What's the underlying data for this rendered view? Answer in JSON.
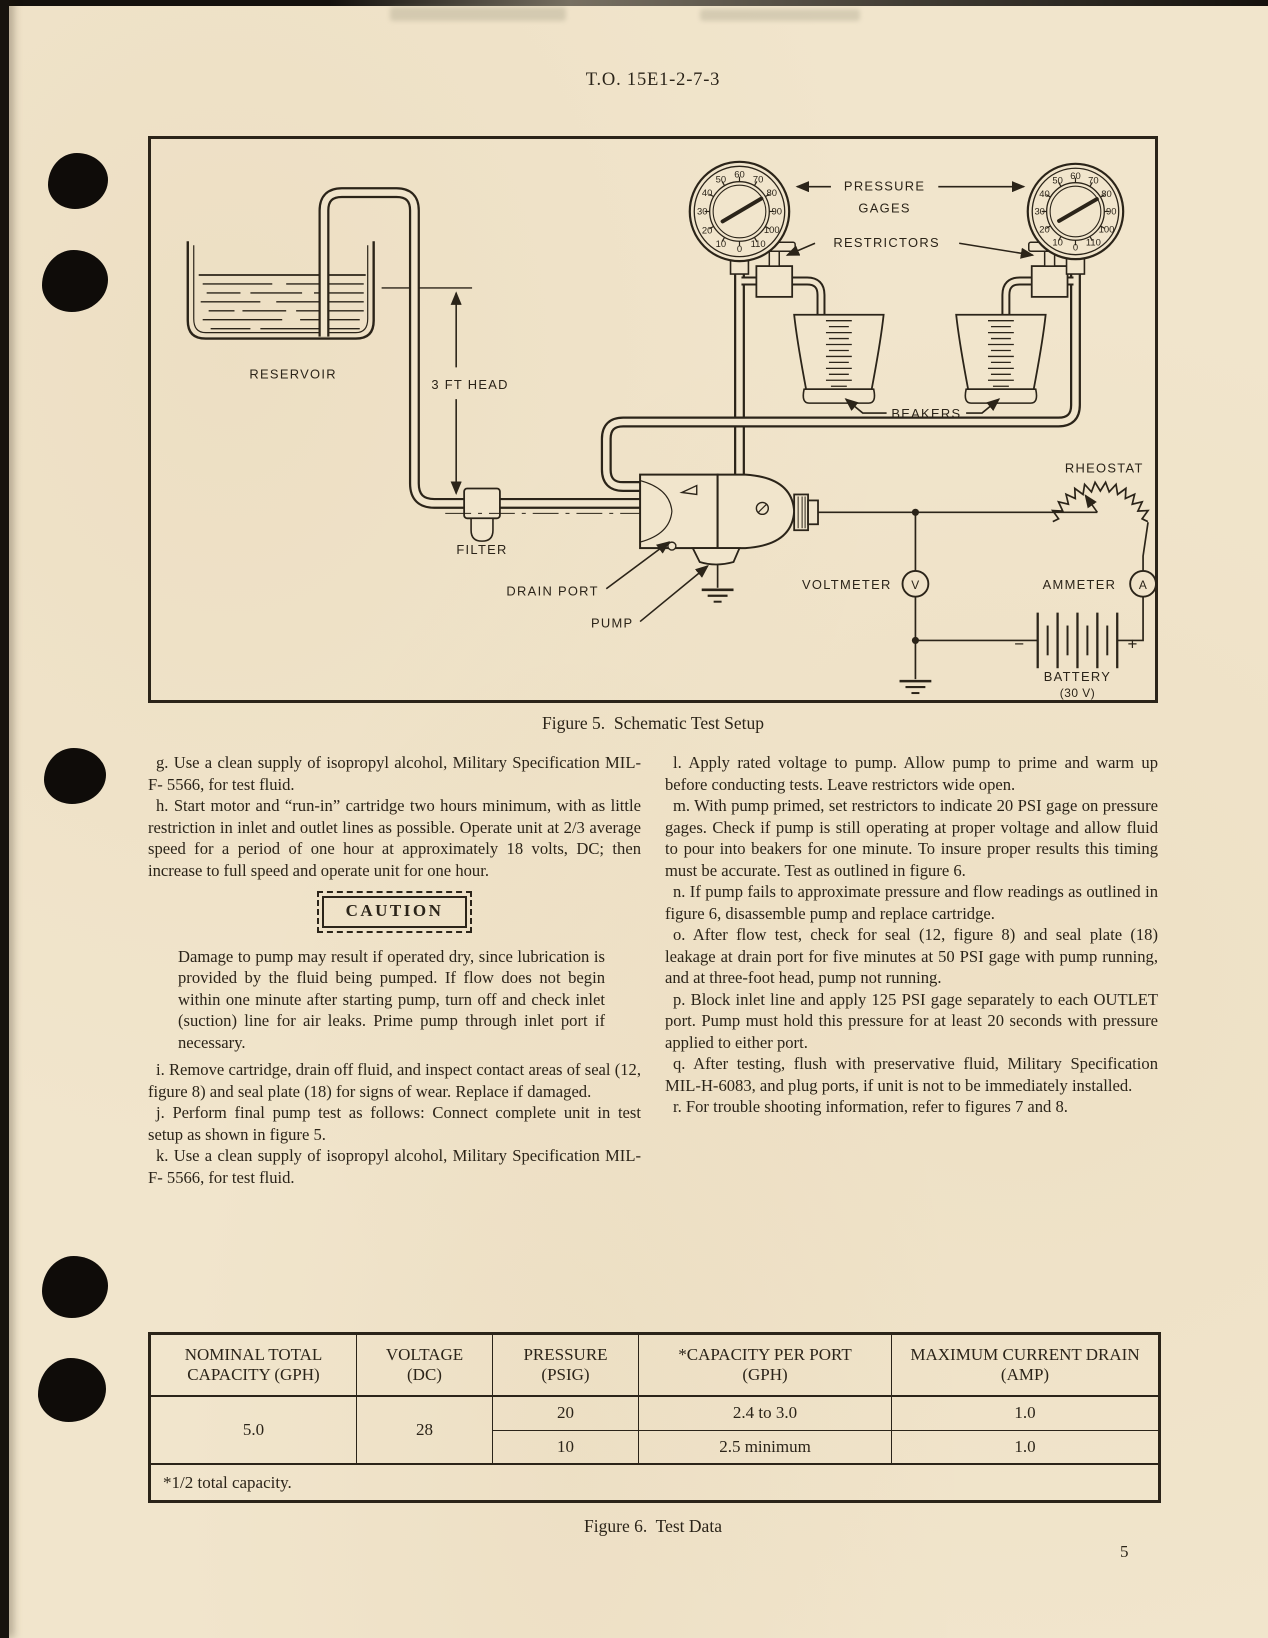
{
  "page": {
    "header": "T.O. 15E1-2-7-3",
    "page_number": "5"
  },
  "figure5": {
    "caption": "Figure 5.  Schematic Test Setup",
    "gauge_scale": [
      "0",
      "10",
      "20",
      "30",
      "40",
      "50",
      "60",
      "70",
      "80",
      "90",
      "100",
      "110"
    ],
    "labels": {
      "pressure_line1": "PRESSURE",
      "pressure_line2": "GAGES",
      "restrictors": "RESTRICTORS",
      "reservoir": "RESERVOIR",
      "head": "3 FT HEAD",
      "beakers": "BEAKERS",
      "filter": "FILTER",
      "drain_port": "DRAIN PORT",
      "pump": "PUMP",
      "rheostat": "RHEOSTAT",
      "voltmeter": "VOLTMETER",
      "voltmeter_symbol": "V",
      "ammeter": "AMMETER",
      "ammeter_symbol": "A",
      "battery": "BATTERY",
      "battery_voltage": "(30 V)",
      "minus": "−",
      "plus": "+"
    }
  },
  "text": {
    "left": [
      "g.  Use a clean supply of isopropyl alcohol, Military Specification MIL- F- 5566, for test fluid.",
      "h.  Start motor and “run-in” cartridge two hours minimum, with as little restriction in inlet and outlet lines as possible.  Operate unit at 2/3 average speed for a period of one hour at approximately 18 volts, DC; then increase to full speed and operate unit for one hour.",
      "i.  Remove cartridge, drain off fluid, and inspect contact areas of seal (12, figure 8) and seal plate (18) for signs of wear.  Replace if damaged.",
      "j.  Perform final pump test as follows: Connect complete unit in test setup as shown in figure 5.",
      "k.  Use a clean supply of isopropyl alcohol, Military Specification MIL- F- 5566, for test fluid."
    ],
    "caution_title": "CAUTION",
    "caution_body": "Damage to pump may result if operated dry, since lubrication is provided by the fluid being pumped. If flow does not begin within one minute after starting pump, turn off and check inlet (suction) line for air leaks. Prime pump through inlet port if necessary.",
    "right": [
      "l.  Apply rated voltage to pump. Allow pump to prime and warm up before conducting tests. Leave restrictors wide open.",
      "m.  With pump primed, set restrictors to indicate 20 PSI gage on pressure gages.  Check if pump is still operating at proper voltage and allow fluid to pour into beakers for one minute. To insure proper results this timing must be accurate.   Test as outlined in figure 6.",
      "n.  If pump fails to approximate pressure and flow readings as outlined in figure 6, disassemble pump and replace cartridge.",
      "o.  After flow test, check for seal (12, figure 8) and seal plate (18) leakage at drain port for five minutes at 50 PSI gage with pump running, and at three-foot head, pump not running.",
      "p.  Block inlet line and apply 125 PSI gage separately to each OUTLET port.  Pump must hold this pressure for at least 20 seconds with pressure applied to either port.",
      "q.  After testing, flush with preservative fluid, Military Specification MIL-H-6083, and plug ports, if unit is not to be immediately installed.",
      "r.  For trouble shooting information, refer to figures 7 and 8."
    ]
  },
  "figure6": {
    "caption": "Figure 6.  Test Data",
    "columns": [
      {
        "line1": "NOMINAL TOTAL",
        "line2": "CAPACITY (GPH)"
      },
      {
        "line1": "VOLTAGE",
        "line2": "(DC)"
      },
      {
        "line1": "PRESSURE",
        "line2": "(PSIG)"
      },
      {
        "line1": "*CAPACITY PER PORT",
        "line2": "(GPH)"
      },
      {
        "line1": "MAXIMUM CURRENT DRAIN",
        "line2": "(AMP)"
      }
    ],
    "nominal_total_capacity": "5.0",
    "voltage": "28",
    "rows": [
      {
        "pressure": "20",
        "capacity_per_port": "2.4 to 3.0",
        "max_current_drain": "1.0"
      },
      {
        "pressure": "10",
        "capacity_per_port": "2.5 minimum",
        "max_current_drain": "1.0"
      }
    ],
    "footnote": "*1/2 total capacity."
  }
}
